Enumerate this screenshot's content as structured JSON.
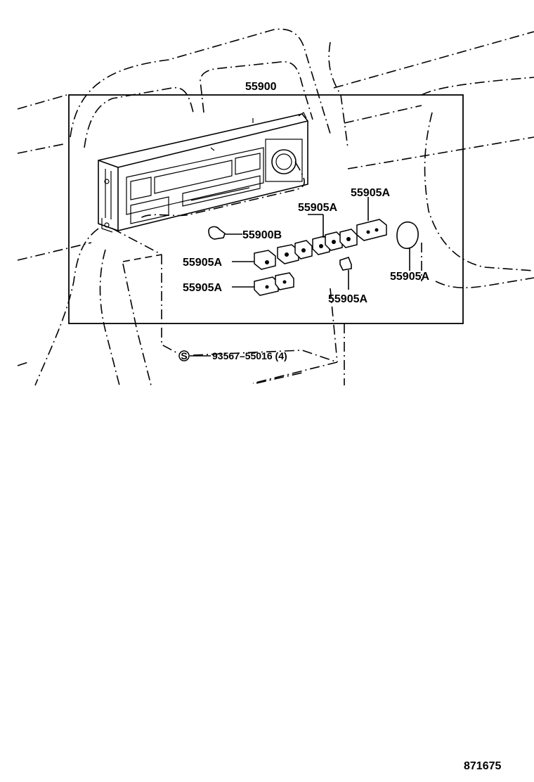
{
  "diagram": {
    "labels": {
      "main_unit": "55900",
      "knob_set_upper": "55905A",
      "knob_set_right": "55905A",
      "knob_small": "55900B",
      "button_left_upper": "55905A",
      "button_left_lower": "55905A",
      "knob_round": "55905A",
      "clip": "55905A",
      "screw": "93567–55016 (4)",
      "screw_symbol": "S"
    },
    "figure_number": "871675"
  }
}
